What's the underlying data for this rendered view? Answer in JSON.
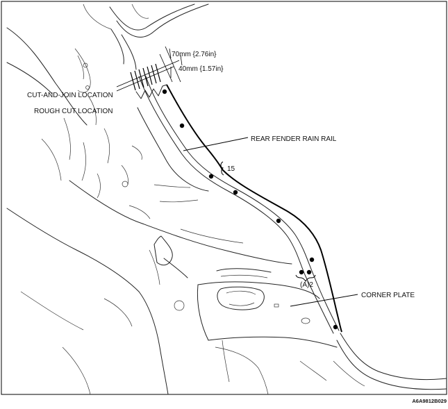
{
  "labels": {
    "cut_and_join": "CUT-AND-JOIN LOCATION",
    "rough_cut": "ROUGH CUT LOCATION",
    "rear_fender_rain_rail": "REAR FENDER RAIN RAIL",
    "corner_plate": "CORNER PLATE",
    "dim_70": "70mm {2.76in}",
    "dim_40": "40mm {1.57in}",
    "weld_count_main": "15",
    "weld_count_a": "(A)2"
  },
  "figure_code": "A6A9812B029",
  "colors": {
    "line": "#000000",
    "background": "#ffffff"
  }
}
